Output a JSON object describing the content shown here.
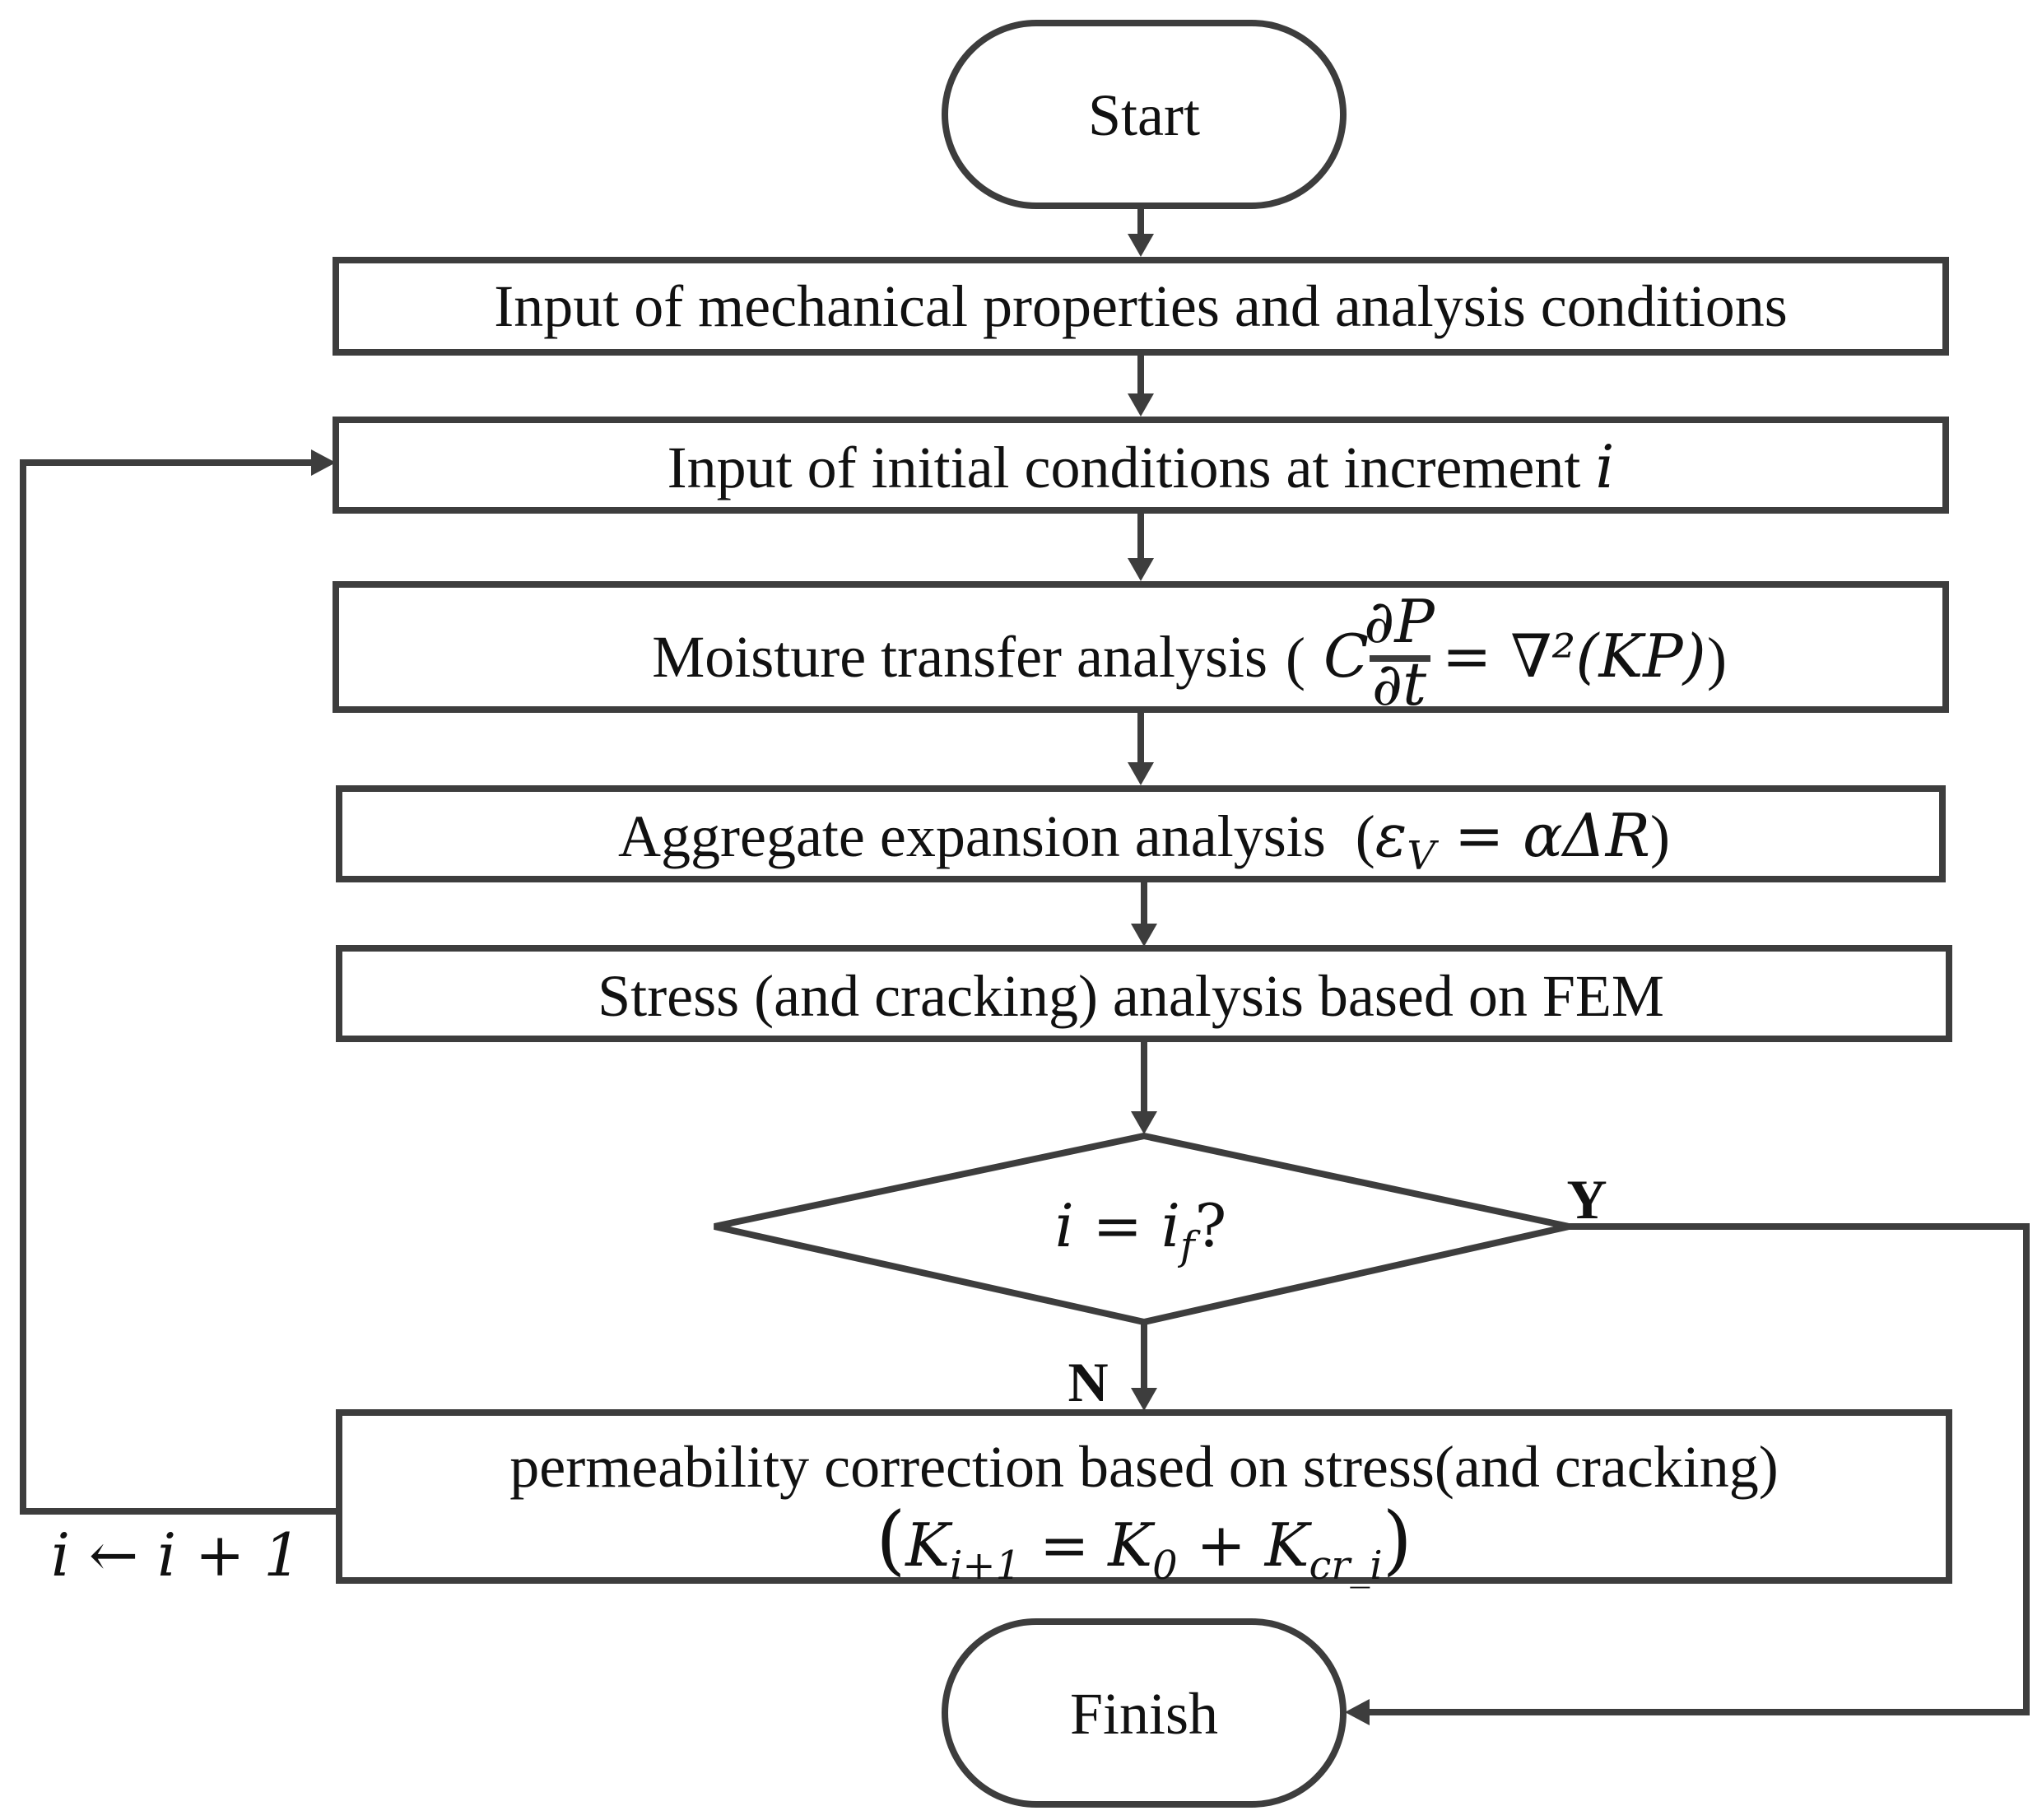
{
  "flowchart": {
    "start": {
      "label": "Start"
    },
    "step_input_properties": {
      "label": "Input of mechanical properties and analysis conditions"
    },
    "step_initial_conditions": {
      "label": "Input of initial conditions at increment",
      "variable": "i"
    },
    "step_moisture": {
      "label": "Moisture transfer analysis",
      "equation": {
        "lhs_coef": "C",
        "numerator": "∂P",
        "denominator": "∂t",
        "rhs": "= ∇²(KP)"
      }
    },
    "step_expansion": {
      "label": "Aggregate expansion analysis",
      "equation": {
        "open": "(",
        "epsilon": "ε",
        "sub": "V",
        "rhs": " = αΔR",
        "close": ")"
      }
    },
    "step_stress": {
      "label": "Stress (and cracking) analysis based on FEM"
    },
    "decision": {
      "lhs": "i = i",
      "sub": "f",
      "suffix": "?"
    },
    "yes_label": "Y",
    "no_label": "N",
    "step_permeability": {
      "label": "permeability correction based on stress(and cracking)",
      "equation": {
        "open": "(",
        "k1": "K",
        "k1_sub": "i+1",
        "eq": " = K",
        "k0_sub": "0",
        "plus": " + K",
        "kcr_sub": "cr_i",
        "close": ")"
      }
    },
    "loop_label": "i ← i + 1",
    "finish": {
      "label": "Finish"
    }
  }
}
